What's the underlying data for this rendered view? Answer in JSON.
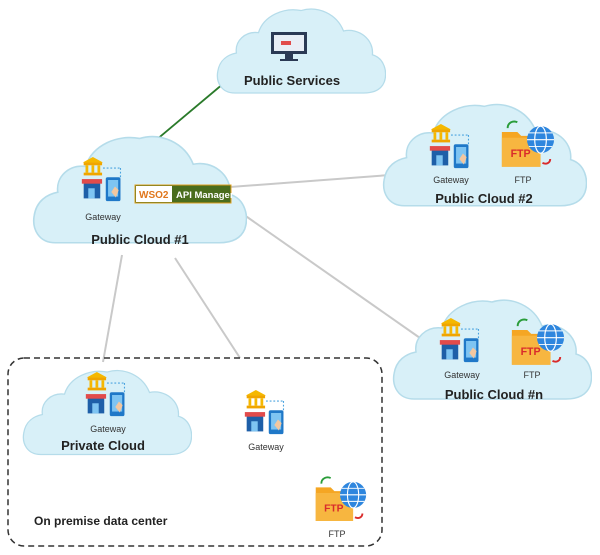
{
  "clouds": {
    "public_services": {
      "label": "Public Services"
    },
    "public_cloud_1": {
      "label": "Public Cloud #1",
      "gateway": "Gateway"
    },
    "public_cloud_2": {
      "label": "Public Cloud #2",
      "gateway": "Gateway",
      "ftp": "FTP"
    },
    "public_cloud_n": {
      "label": "Public Cloud #n",
      "gateway": "Gateway",
      "ftp": "FTP"
    },
    "private_cloud": {
      "label": "Private Cloud",
      "gateway": "Gateway"
    }
  },
  "badge": {
    "logo": "WSO2",
    "text": "API Manager"
  },
  "on_premise": {
    "label": "On premise data center",
    "gateway": "Gateway",
    "ftp": "FTP"
  },
  "colors": {
    "cloud_fill": "#d8f0f8",
    "cloud_stroke": "#b5dcea",
    "green_link": "#2a7a2a",
    "grey_link": "#c9c9c9",
    "badge_green": "#4a6d1d",
    "ftp_orange": "#f5a623",
    "globe_blue": "#2e86de"
  }
}
